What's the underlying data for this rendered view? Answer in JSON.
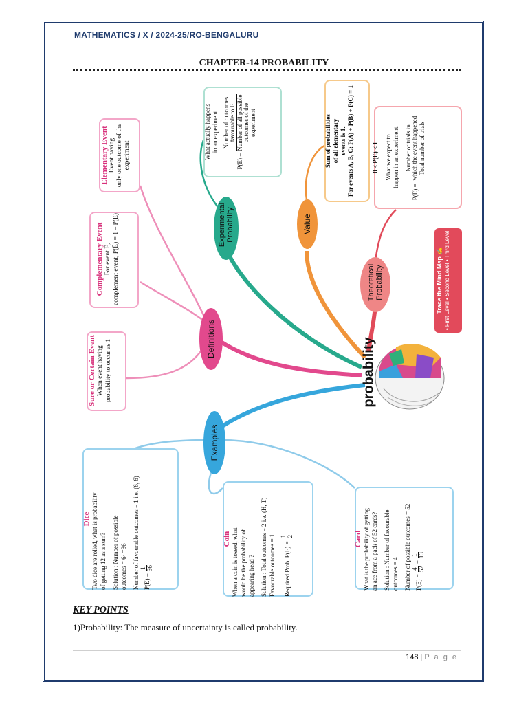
{
  "header": {
    "course": "MATHEMATICS / X / 2024-25/RO-BENGALURU",
    "chapter": "CHAPTER-14   PROBABILITY"
  },
  "mindmap": {
    "center": "probability",
    "branches": {
      "definitions": "Definitions",
      "experimental": "Experimental Probability",
      "value": "Value",
      "theoretical": "Theoretical Probability",
      "examples": "Examples"
    },
    "elementary": {
      "title": "Elementary Event",
      "line1": "Event having",
      "line2": "only one outcome of the",
      "line3": "experiment"
    },
    "complementary": {
      "title": "Complementary Event",
      "line1": "For event E,",
      "line2": "complement event, P(Ē) = 1 – P(E)"
    },
    "sure": {
      "title": "Sure or Certain Event",
      "line1": "When event having",
      "line2": "probability to occur as 1"
    },
    "experimental_box": {
      "line1": "What actually happens",
      "line2": "in an experiment",
      "num1": "Number of outcomes",
      "num2": "favourable to E",
      "lhs": "P(E) =",
      "den1": "Number of all possible",
      "den2": "outcomes of the",
      "den3": "experiment"
    },
    "value_box": {
      "line1": "Sum of probabilities",
      "line2": "of all elementary",
      "line3": "events is 1.",
      "line4": "For events A, B, C; P(A) + P(B) + P(C) = 1"
    },
    "theoretical_box": {
      "range": "0 ≤ P(E) ≤ 1",
      "line1": "What we expect to",
      "line2": "happen in an experiment",
      "num1": "Number of trials in",
      "num2": "which the event happened",
      "lhs": "P(E) =",
      "den": "Total number of trials"
    },
    "trace": {
      "title": "Trace the Mind Map ✍",
      "levels": "• First Level   • Second Level   • Third Level"
    },
    "dice": {
      "title": "Dice",
      "q1": "Two dice are rolled, what is probability",
      "q2": "of getting 12 as a sum?",
      "s1": "Solution : Number of possible",
      "s2": "outcomes = 6² =36",
      "s3": "Number of favourable outcomes = 1 i.e. (6, 6)",
      "p_lhs": "P(E) =",
      "p_num": "1",
      "p_den": "36"
    },
    "coin": {
      "title": "Coin",
      "q1": "When a coin is tossed, what",
      "q2": "would be the probability of",
      "q3": "appearing head ?",
      "s1": "Solution : Total outcomes = 2 i.e. (H, T)",
      "s2": "Favourable outcomes = 1",
      "p_lhs": "Required Prob. P(E) =",
      "p_num": "1",
      "p_den": "2"
    },
    "card": {
      "title": "Card",
      "q1": "What is the probability of getting",
      "q2": "an ace from a pack of 52 cards?",
      "s1": "Solution : Number of favourable",
      "s2": "outcomes = 4",
      "s3": "Number of possible outcomes = 52",
      "p_lhs": "P(E) =",
      "p_num1": "4",
      "p_den1": "52",
      "p_eq": "=",
      "p_num2": "1",
      "p_den2": "13"
    },
    "colors": {
      "definitions": "#e2498d",
      "experimental": "#27a98c",
      "value": "#f0943a",
      "theoretical": "#e14b5a",
      "examples": "#36a6dc"
    }
  },
  "key_points": {
    "heading": "KEY  POINTS",
    "point1": "1)Probability: The measure of uncertainty is called probability."
  },
  "footer": {
    "page_number": "148",
    "separator": "|",
    "page_label": "P a g e"
  }
}
